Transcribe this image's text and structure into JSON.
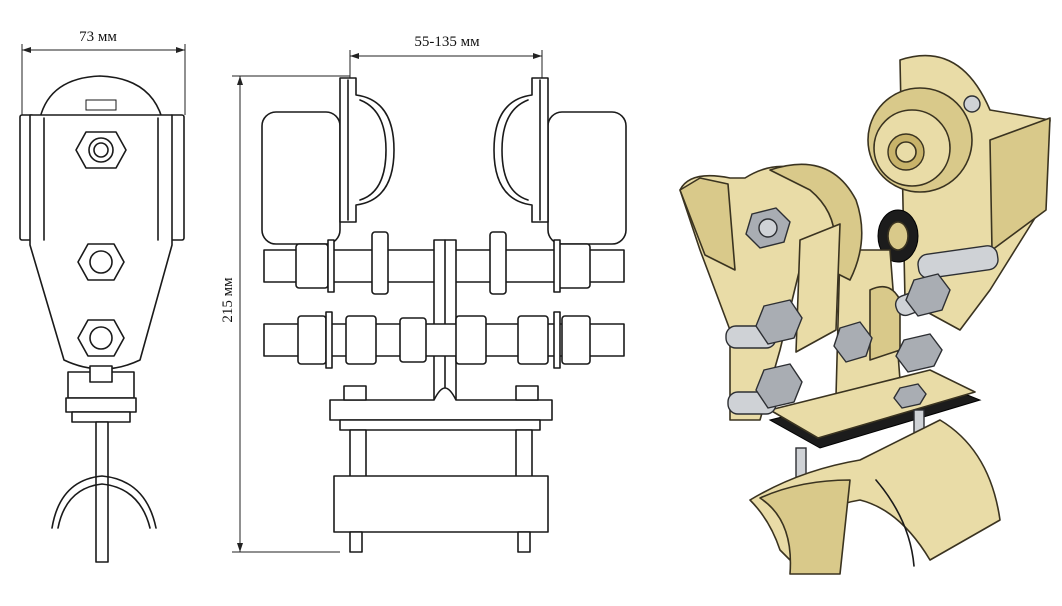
{
  "diagram": {
    "side_view": {
      "width_label": "73 мм"
    },
    "front_view": {
      "gap_label": "55-135 мм",
      "height_label": "215 мм"
    },
    "colors": {
      "line": "#1a1a1a",
      "brass": "#e9dca7",
      "steel": "#cfd2d6",
      "rubber": "#1c1c1c"
    }
  }
}
